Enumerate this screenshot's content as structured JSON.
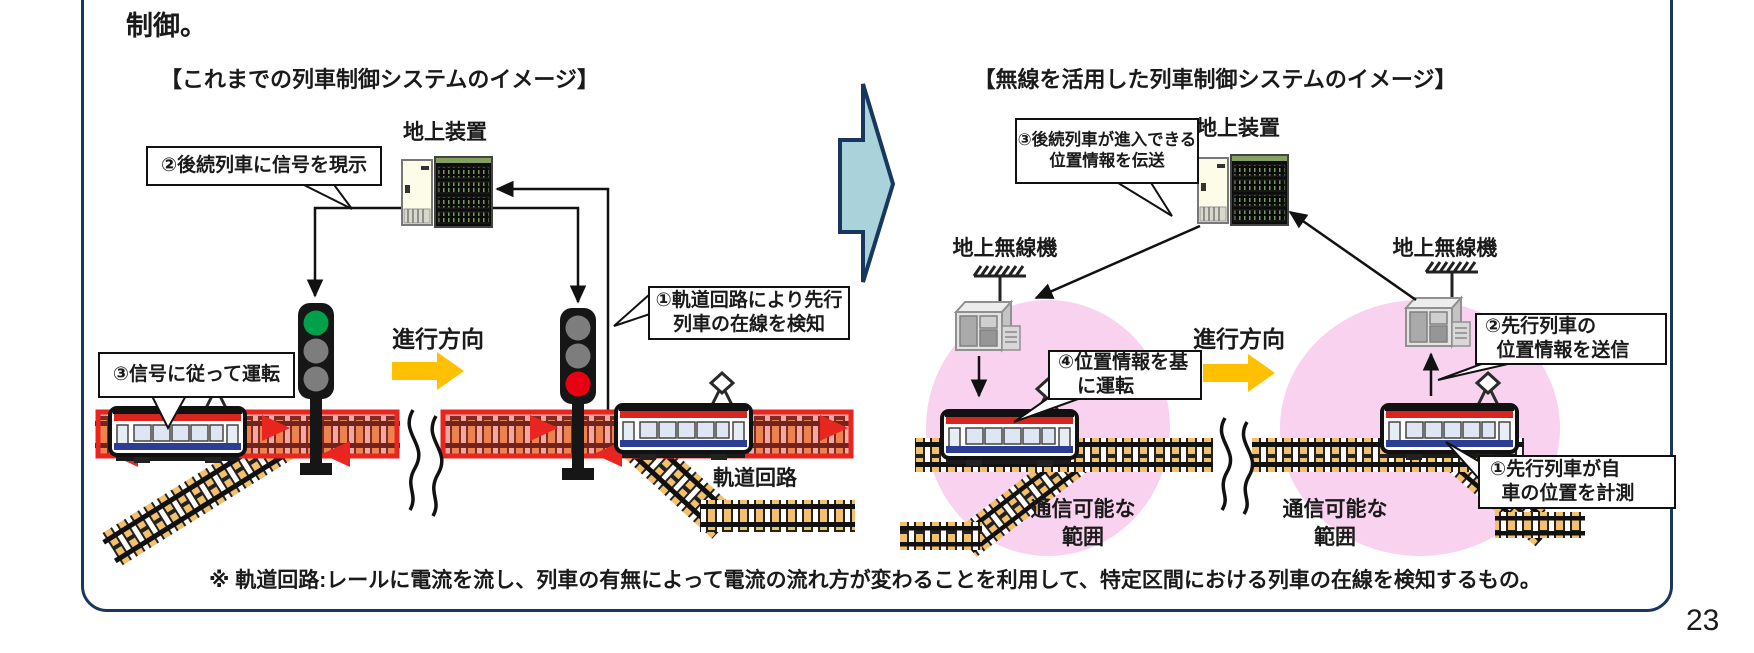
{
  "page": {
    "heading_fragment": "制御。",
    "note": "※ 軌道回路:レールに電流を流し、列車の有無によって電流の流れ方が変わることを利用して、特定区間における列車の在線を検知するもの。",
    "page_number": "23"
  },
  "left_diagram": {
    "title": "【これまでの列車制御システムのイメージ】",
    "ground_device_label": "地上装置",
    "direction_label": "進行方向",
    "track_circuit_label": "軌道回路",
    "callout_signal_display": "②後続列車に信号を現示",
    "callout_track_circuit": {
      "line1": "①軌道回路により先行",
      "line2": "列車の在線を検知"
    },
    "callout_drive_by_signal": "③信号に従って運転"
  },
  "right_diagram": {
    "title": "【無線を活用した列車制御システムのイメージ】",
    "ground_device_label": "地上装置",
    "ground_radio_label_left": "地上無線機",
    "ground_radio_label_right": "地上無線機",
    "direction_label": "進行方向",
    "callout_transmit_position": {
      "line1": "③後続列車が進入できる",
      "line2": "位置情報を伝送"
    },
    "callout_drive_by_position": {
      "line1": "④位置情報を基",
      "line2": "に運転"
    },
    "callout_send_position": {
      "line1": "②先行列車の",
      "line2": "位置情報を送信"
    },
    "callout_measure_position": {
      "line1": "①先行列車が自",
      "line2": "車の位置を計測"
    },
    "comm_range": {
      "line1": "通信可能な",
      "line2": "範囲"
    }
  },
  "colors": {
    "navy": "#17375e",
    "teal": "#a9d2da",
    "track_red": "#e8261f",
    "pink": "#f8d2ef",
    "yellow": "#ffc000",
    "signal_green": "#00a04a",
    "signal_red": "#e60012",
    "sleeper_tan": "#f3c06b",
    "train_red": "#d82520",
    "train_blue": "#2c3e94"
  }
}
